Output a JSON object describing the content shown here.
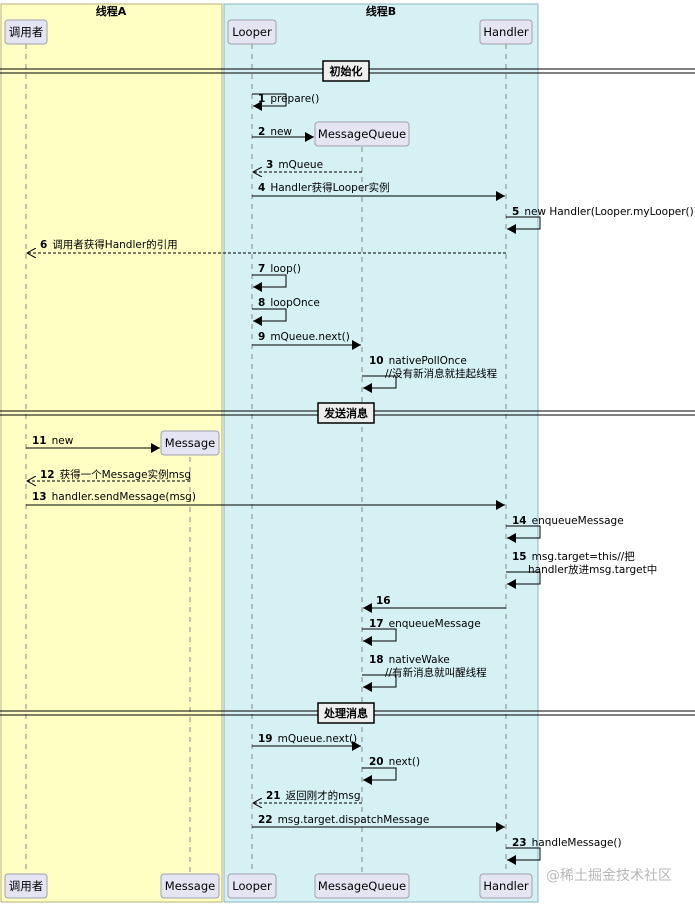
{
  "boxes": {
    "thread_a": "线程A",
    "thread_b": "线程B"
  },
  "participants": {
    "caller": "调用者",
    "message": "Message",
    "looper": "Looper",
    "message_queue": "MessageQueue",
    "handler": "Handler"
  },
  "dividers": {
    "init": "初始化",
    "send": "发送消息",
    "process": "处理消息"
  },
  "messages": [
    {
      "num": "1",
      "text": [
        "prepare()"
      ]
    },
    {
      "num": "2",
      "text": [
        "new"
      ]
    },
    {
      "num": "3",
      "text": [
        "mQueue"
      ]
    },
    {
      "num": "4",
      "text": [
        "Handler获得Looper实例"
      ]
    },
    {
      "num": "5",
      "text": [
        "new Handler(Looper.myLooper())"
      ]
    },
    {
      "num": "6",
      "text": [
        "调用者获得Handler的引用"
      ]
    },
    {
      "num": "7",
      "text": [
        "loop()"
      ]
    },
    {
      "num": "8",
      "text": [
        "loopOnce"
      ]
    },
    {
      "num": "9",
      "text": [
        "mQueue.next()"
      ]
    },
    {
      "num": "10",
      "text": [
        "nativePollOnce",
        "//没有新消息就挂起线程"
      ]
    },
    {
      "num": "11",
      "text": [
        "new"
      ]
    },
    {
      "num": "12",
      "text": [
        "获得一个Message实例msg"
      ]
    },
    {
      "num": "13",
      "text": [
        "handler.sendMessage(msg)"
      ]
    },
    {
      "num": "14",
      "text": [
        "enqueueMessage"
      ]
    },
    {
      "num": "15",
      "text": [
        "msg.target=this//把",
        "handler放进msg.target中"
      ]
    },
    {
      "num": "16",
      "text": [
        ""
      ]
    },
    {
      "num": "17",
      "text": [
        "enqueueMessage"
      ]
    },
    {
      "num": "18",
      "text": [
        "nativeWake",
        "//有新消息就叫醒线程"
      ]
    },
    {
      "num": "19",
      "text": [
        "mQueue.next()"
      ]
    },
    {
      "num": "20",
      "text": [
        "next()"
      ]
    },
    {
      "num": "21",
      "text": [
        "返回刚才的msg"
      ]
    },
    {
      "num": "22",
      "text": [
        "msg.target.dispatchMessage"
      ]
    },
    {
      "num": "23",
      "text": [
        "handleMessage()"
      ]
    }
  ],
  "watermark": "@稀土掘金技术社区",
  "colors": {
    "thread_a_bg": "#FFFFC4",
    "thread_b_bg": "#D5F1F4",
    "participant_bg": "#E4E4F2",
    "participant_border": "#A0A0B0",
    "arrow": "#000000"
  }
}
